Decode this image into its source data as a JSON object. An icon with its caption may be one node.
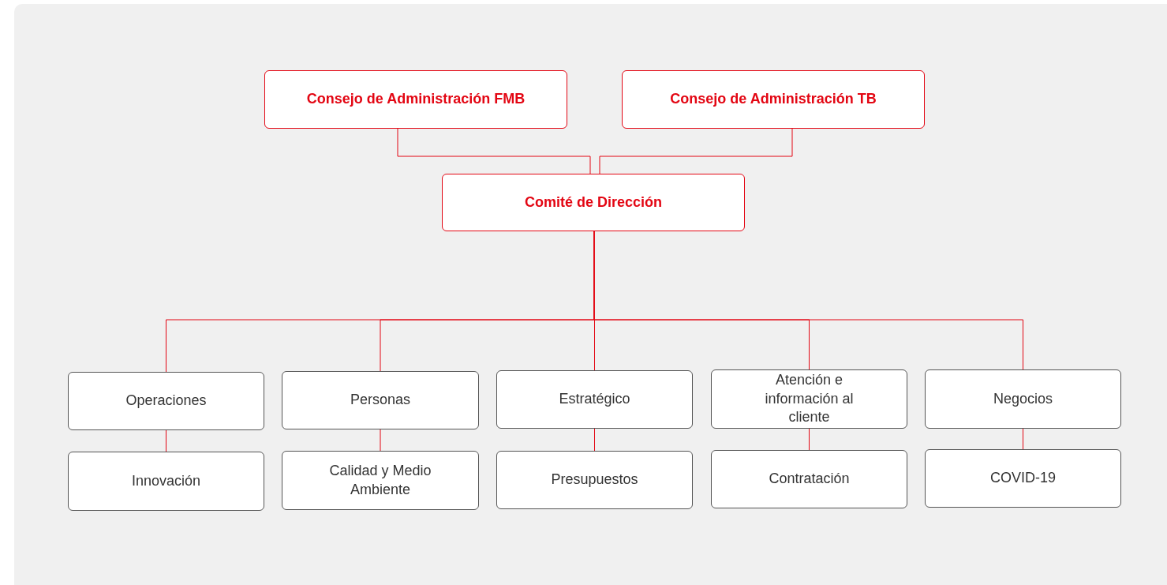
{
  "diagram": {
    "nodes": [
      {
        "text": [
          "Consejo de Administración FMB"
        ]
      },
      {
        "text": [
          "Consejo de Administración TB"
        ]
      },
      {
        "text": [
          "Comité de Dirección"
        ]
      },
      {
        "text": [
          "Operaciones"
        ]
      },
      {
        "text": [
          "Personas"
        ]
      },
      {
        "text": [
          "Estratégico"
        ]
      },
      {
        "text": [
          "Atención e información al cliente"
        ]
      },
      {
        "text": [
          "Negocios"
        ]
      },
      {
        "text": [
          "Innovación"
        ]
      },
      {
        "text": [
          "Calidad y Medio Ambiente"
        ]
      },
      {
        "text": [
          "Presupuestos"
        ]
      },
      {
        "text": [
          "Contratación"
        ]
      },
      {
        "text": [
          "COVID-19"
        ]
      }
    ],
    "edges": [
      {
        "from": 0,
        "to": 2,
        "arrow": "none"
      },
      {
        "from": 1,
        "to": 2,
        "arrow": "none"
      },
      {
        "from": 2,
        "to": 3,
        "arrow": "none"
      },
      {
        "from": 2,
        "to": 4,
        "arrow": "none"
      },
      {
        "from": 2,
        "to": 5,
        "arrow": "none"
      },
      {
        "from": 2,
        "to": 6,
        "arrow": "none"
      },
      {
        "from": 2,
        "to": 7,
        "arrow": "none"
      },
      {
        "from": 3,
        "to": 8,
        "arrow": "none"
      },
      {
        "from": 4,
        "to": 9,
        "arrow": "none"
      },
      {
        "from": 5,
        "to": 10,
        "arrow": "none"
      },
      {
        "from": 6,
        "to": 11,
        "arrow": "none"
      },
      {
        "from": 7,
        "to": 12,
        "arrow": "none"
      }
    ]
  }
}
